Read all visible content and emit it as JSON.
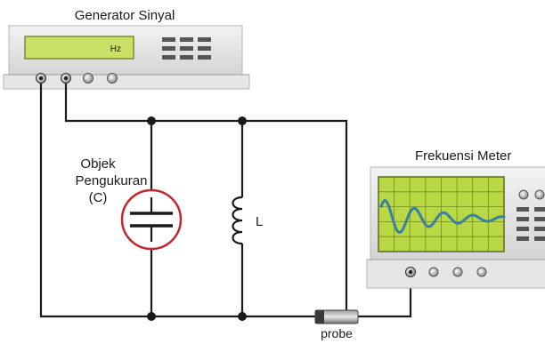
{
  "generator": {
    "title": "Generator Sinyal",
    "display_unit": "Hz"
  },
  "object": {
    "line1": "Objek",
    "line2": "Pengukuran",
    "line3": "(C)"
  },
  "inductor": {
    "label": "L"
  },
  "meter": {
    "title": "Frekuensi Meter"
  },
  "probe": {
    "label": "probe"
  },
  "colors": {
    "panel_gray": "#e4e4e4",
    "display_green": "#c8e063",
    "screen_green": "#b8d944",
    "wave": "#3a7fa6",
    "capacitor_ring": "#c4262e",
    "wire": "#1a1a1a"
  }
}
